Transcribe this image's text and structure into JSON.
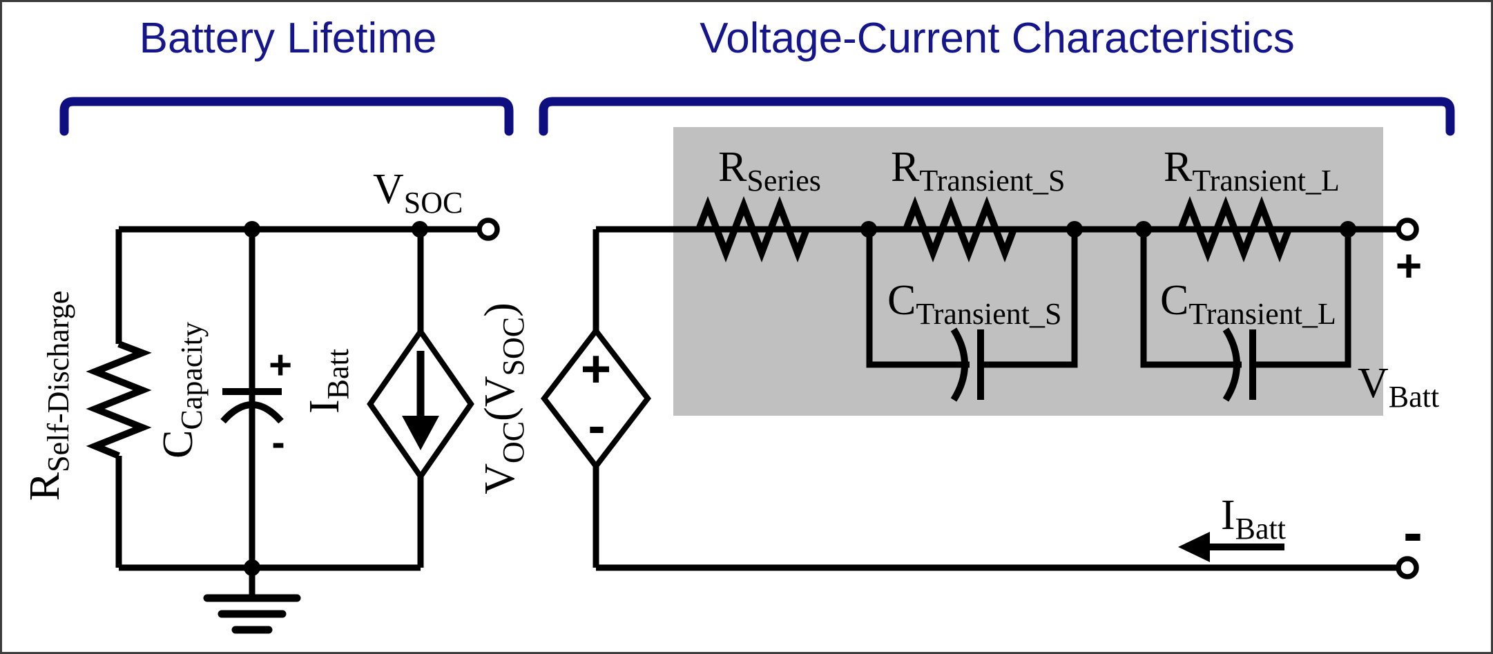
{
  "titles": {
    "left": "Battery Lifetime",
    "right": "Voltage-Current Characteristics"
  },
  "colors": {
    "title_navy": "#15158C",
    "bracket_navy": "#0E0E80",
    "highlight_gray": "#C0C0C0",
    "ink": "#000000",
    "background": "#FFFFFF"
  },
  "left_circuit": {
    "r_self_discharge": {
      "main": "R",
      "sub": "Self-Discharge"
    },
    "c_capacity": {
      "main": "C",
      "sub": "Capacity"
    },
    "cap_plus": "+",
    "cap_minus": "-",
    "i_batt": {
      "main": "I",
      "sub": "Batt"
    },
    "v_soc": {
      "main": "V",
      "sub": "SOC"
    }
  },
  "right_circuit": {
    "v_oc": {
      "main": "V",
      "sub": "OC",
      "open_paren_arg": "(V",
      "arg_sub": "SOC",
      "close_paren": ")"
    },
    "source_plus": "+",
    "source_minus": "-",
    "r_series": {
      "main": "R",
      "sub": "Series"
    },
    "r_transient_s": {
      "main": "R",
      "sub": "Transient_S"
    },
    "c_transient_s": {
      "main": "C",
      "sub": "Transient_S"
    },
    "r_transient_l": {
      "main": "R",
      "sub": "Transient_L"
    },
    "c_transient_l": {
      "main": "C",
      "sub": "Transient_L"
    },
    "terminal_plus": "+",
    "terminal_minus": "-",
    "v_batt": {
      "main": "V",
      "sub": "Batt"
    },
    "i_batt": {
      "main": "I",
      "sub": "Batt"
    }
  }
}
